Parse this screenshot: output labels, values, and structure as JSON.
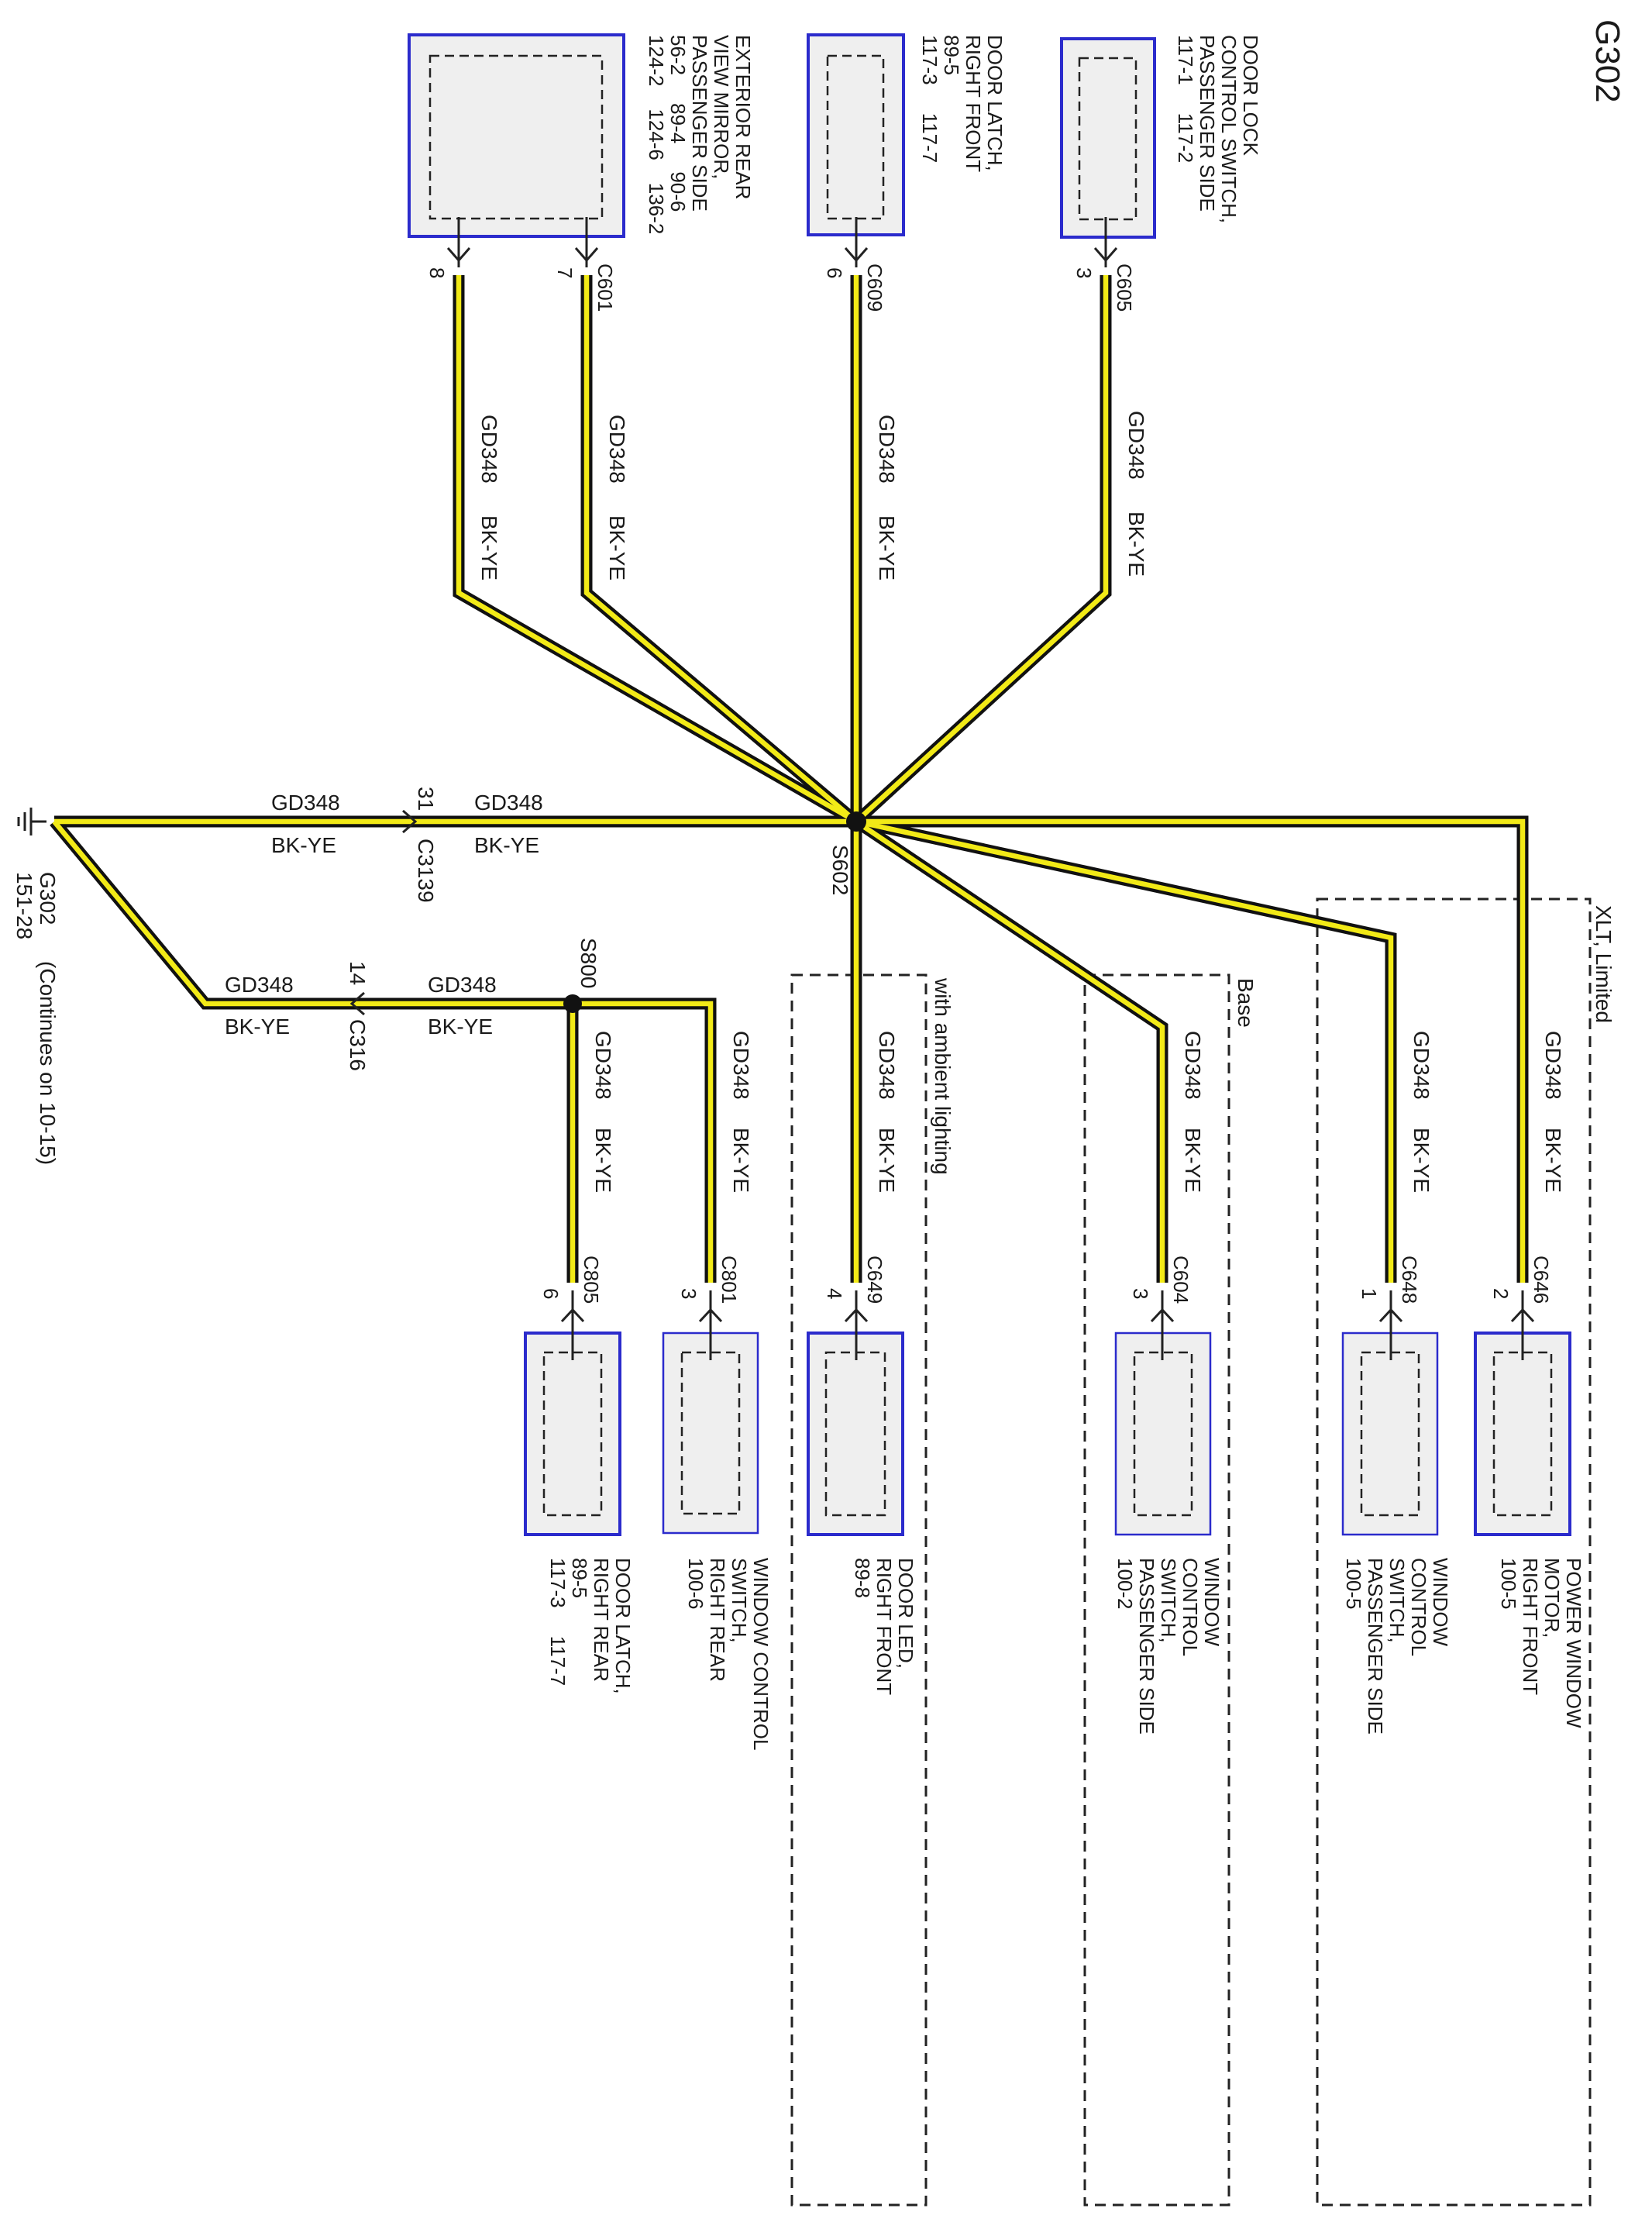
{
  "page": {
    "ground_label": "G302",
    "ground_ref": "151-28",
    "continues": "(Continues on 10-15)",
    "wire_code": "GD348",
    "wire_color": "BK-YE"
  },
  "splices": {
    "s602": "S602",
    "s800": "S800"
  },
  "inline_connectors": {
    "c3139": {
      "name": "C3139",
      "pin": "31"
    },
    "c316": {
      "name": "C316",
      "pin": "14"
    }
  },
  "groups": {
    "xlt_limited": "XLT, Limited",
    "base": "Base",
    "ambient": "with ambient lighting"
  },
  "components": {
    "mirror": {
      "lines": [
        "EXTERIOR REAR",
        "VIEW MIRROR,",
        "PASSENGER SIDE"
      ],
      "refs": [
        "56-2     89-4     90-6",
        "124-2    124-6    136-2"
      ],
      "connectors": [
        {
          "name": "C601",
          "pin": "7"
        },
        {
          "pin": "8"
        }
      ]
    },
    "latch_front": {
      "lines": [
        "DOOR LATCH,",
        "RIGHT FRONT"
      ],
      "refs": [
        "89-5",
        "117-3     117-7"
      ],
      "connector": {
        "name": "C609",
        "pin": "6"
      }
    },
    "lock_switch": {
      "lines": [
        "DOOR LOCK",
        "CONTROL SWITCH,",
        "PASSENGER SIDE"
      ],
      "refs": [
        "117-1     117-2"
      ],
      "connector": {
        "name": "C605",
        "pin": "3"
      }
    },
    "latch_rear": {
      "lines": [
        "DOOR LATCH,",
        "RIGHT REAR"
      ],
      "refs": [
        "89-5",
        "117-3     117-7"
      ],
      "connector": {
        "name": "C805",
        "pin": "6"
      }
    },
    "win_rear": {
      "lines": [
        "WINDOW CONTROL",
        "SWITCH,",
        "RIGHT REAR"
      ],
      "refs": [
        "100-6"
      ],
      "connector": {
        "name": "C801",
        "pin": "3"
      }
    },
    "door_led": {
      "lines": [
        "DOOR LED,",
        "RIGHT FRONT"
      ],
      "refs": [
        "89-8"
      ],
      "connector": {
        "name": "C649",
        "pin": "4"
      }
    },
    "win_pass_base": {
      "lines": [
        "WINDOW",
        "CONTROL",
        "SWITCH,",
        "PASSENGER SIDE"
      ],
      "refs": [
        "100-2"
      ],
      "connector": {
        "name": "C604",
        "pin": "3"
      }
    },
    "win_pass_xlt": {
      "lines": [
        "WINDOW",
        "CONTROL",
        "SWITCH,",
        "PASSENGER SIDE"
      ],
      "refs": [
        "100-5"
      ],
      "connector": {
        "name": "C648",
        "pin": "1"
      }
    },
    "motor": {
      "lines": [
        "POWER WINDOW",
        "MOTOR,",
        "RIGHT FRONT"
      ],
      "refs": [
        "100-5"
      ],
      "connector": {
        "name": "C646",
        "pin": "2"
      }
    }
  },
  "colors": {
    "wire_outer": "#111111",
    "wire_core": "#f2ea17",
    "box_border": "#2b2bcc",
    "box_fill": "#efefef",
    "dash": "#222222"
  }
}
